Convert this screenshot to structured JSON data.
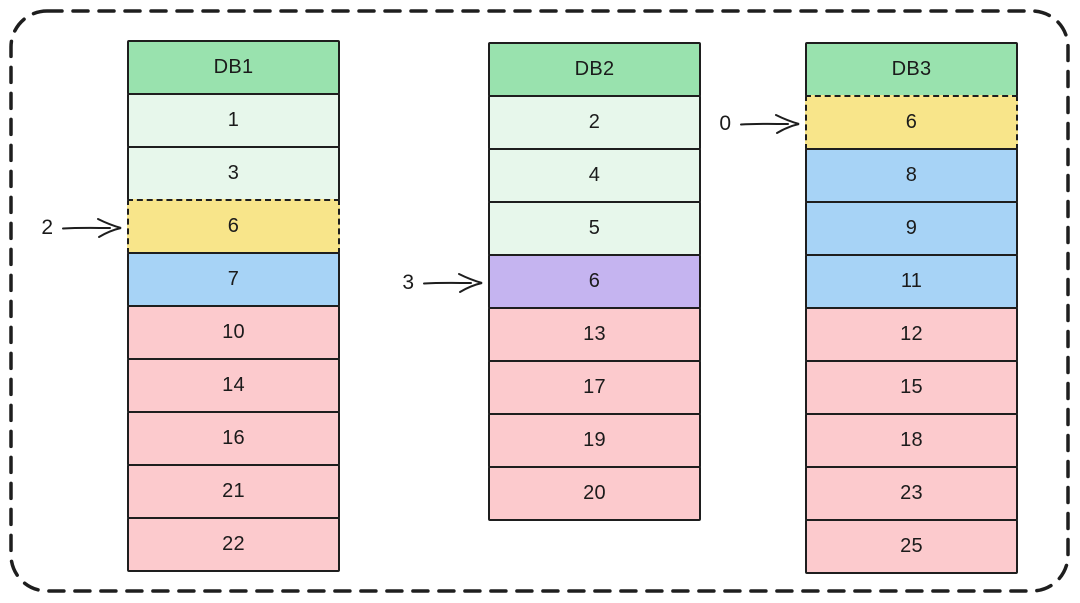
{
  "diagram": {
    "description": "Three database stacks with pointer indexes",
    "colors": {
      "stroke": "#1e1e1e",
      "header": "#99e2ae",
      "light_green": "#e7f7eb",
      "yellow": "#f8e58a",
      "blue": "#a7d3f6",
      "purple": "#c5b4f0",
      "pink": "#fccacd",
      "background": "#ffffff"
    },
    "columns": [
      {
        "header": "DB1",
        "pointer": {
          "label": "2",
          "row": 2,
          "icon": "arrow-right-icon"
        },
        "cells": [
          {
            "value": "1",
            "color": "light_green",
            "dashed": false
          },
          {
            "value": "3",
            "color": "light_green",
            "dashed": false
          },
          {
            "value": "6",
            "color": "yellow",
            "dashed": true
          },
          {
            "value": "7",
            "color": "blue",
            "dashed": false
          },
          {
            "value": "10",
            "color": "pink",
            "dashed": false
          },
          {
            "value": "14",
            "color": "pink",
            "dashed": false
          },
          {
            "value": "16",
            "color": "pink",
            "dashed": false
          },
          {
            "value": "21",
            "color": "pink",
            "dashed": false
          },
          {
            "value": "22",
            "color": "pink",
            "dashed": false
          }
        ]
      },
      {
        "header": "DB2",
        "pointer": {
          "label": "3",
          "row": 3,
          "icon": "arrow-right-icon"
        },
        "cells": [
          {
            "value": "2",
            "color": "light_green",
            "dashed": false
          },
          {
            "value": "4",
            "color": "light_green",
            "dashed": false
          },
          {
            "value": "5",
            "color": "light_green",
            "dashed": false
          },
          {
            "value": "6",
            "color": "purple",
            "dashed": false
          },
          {
            "value": "13",
            "color": "pink",
            "dashed": false
          },
          {
            "value": "17",
            "color": "pink",
            "dashed": false
          },
          {
            "value": "19",
            "color": "pink",
            "dashed": false
          },
          {
            "value": "20",
            "color": "pink",
            "dashed": false
          }
        ]
      },
      {
        "header": "DB3",
        "pointer": {
          "label": "0",
          "row": 0,
          "icon": "arrow-right-icon"
        },
        "cells": [
          {
            "value": "6",
            "color": "yellow",
            "dashed": true
          },
          {
            "value": "8",
            "color": "blue",
            "dashed": false
          },
          {
            "value": "9",
            "color": "blue",
            "dashed": false
          },
          {
            "value": "11",
            "color": "blue",
            "dashed": false
          },
          {
            "value": "12",
            "color": "pink",
            "dashed": false
          },
          {
            "value": "15",
            "color": "pink",
            "dashed": false
          },
          {
            "value": "18",
            "color": "pink",
            "dashed": false
          },
          {
            "value": "23",
            "color": "pink",
            "dashed": false
          },
          {
            "value": "25",
            "color": "pink",
            "dashed": false
          }
        ]
      }
    ]
  }
}
